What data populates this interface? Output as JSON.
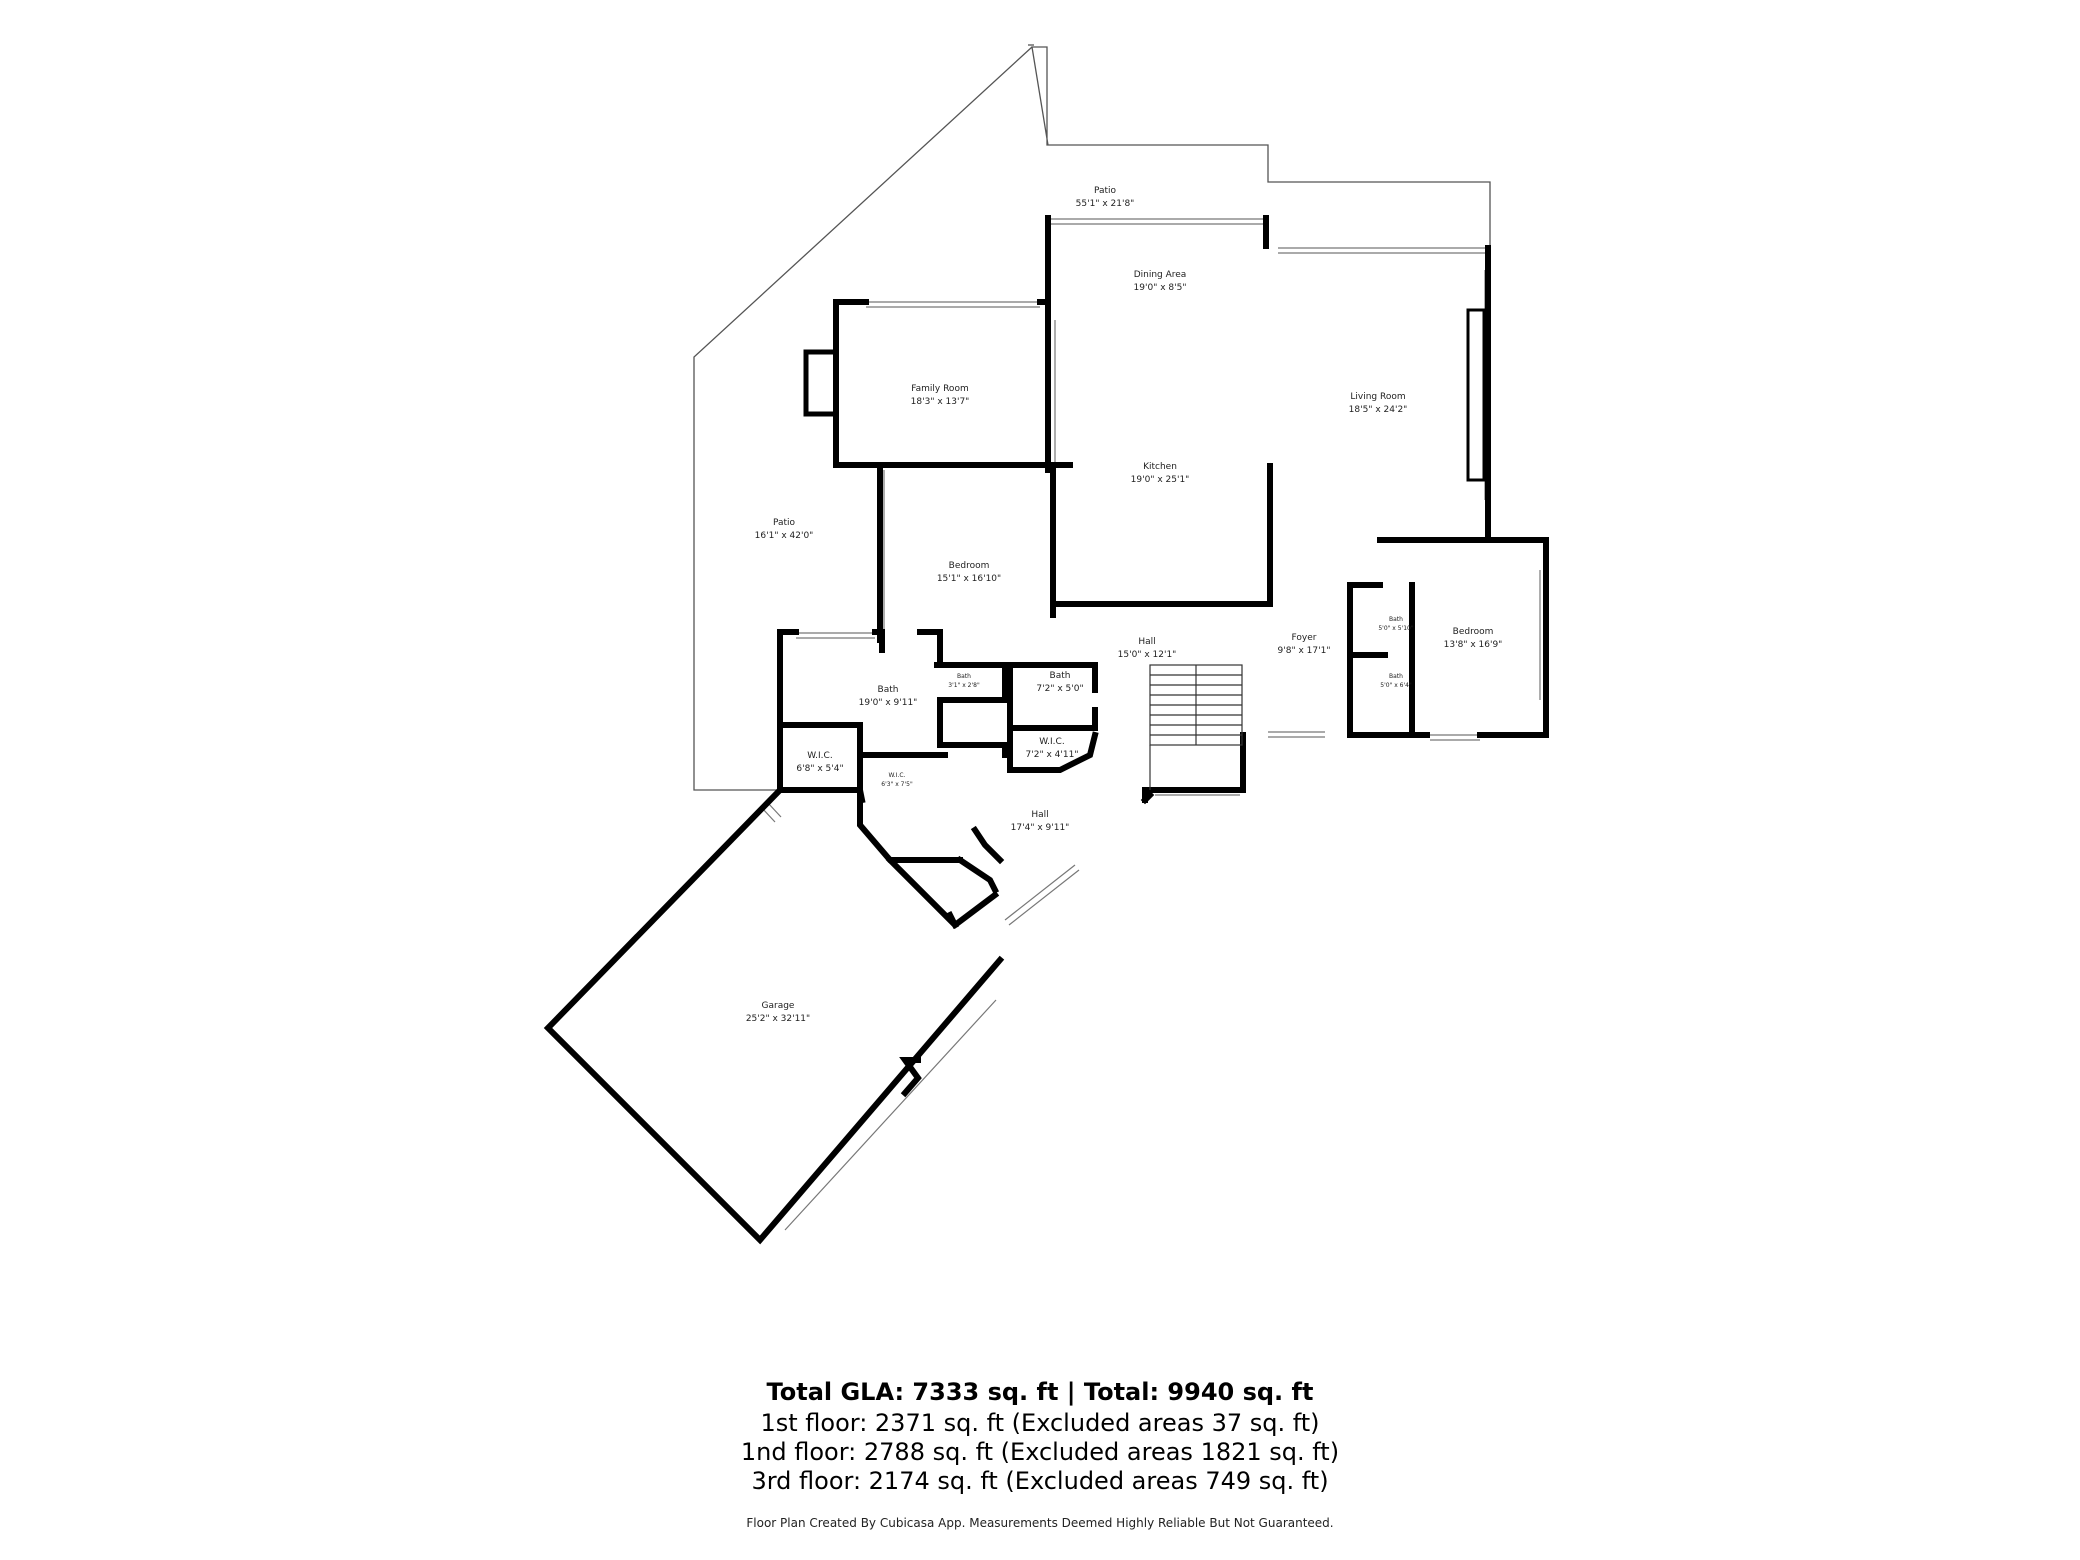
{
  "rooms": {
    "patio_top": {
      "name": "Patio",
      "dims": "55'1\" x 21'8\""
    },
    "dining": {
      "name": "Dining Area",
      "dims": "19'0\" x 8'5\""
    },
    "family": {
      "name": "Family Room",
      "dims": "18'3\" x 13'7\""
    },
    "living": {
      "name": "Living Room",
      "dims": "18'5\" x 24'2\""
    },
    "kitchen": {
      "name": "Kitchen",
      "dims": "19'0\" x 25'1\""
    },
    "patio_left": {
      "name": "Patio",
      "dims": "16'1\" x 42'0\""
    },
    "bedroom1": {
      "name": "Bedroom",
      "dims": "15'1\" x 16'10\""
    },
    "bedroom2": {
      "name": "Bedroom",
      "dims": "13'8\" x 16'9\""
    },
    "hall1": {
      "name": "Hall",
      "dims": "15'0\" x 12'1\""
    },
    "foyer": {
      "name": "Foyer",
      "dims": "9'8\" x 17'1\""
    },
    "bath_a": {
      "name": "Bath",
      "dims": "5'0\" x 5'10\""
    },
    "bath_b": {
      "name": "Bath",
      "dims": "5'0\" x 6'4\""
    },
    "bath_c": {
      "name": "Bath",
      "dims": "3'1\" x 2'8\""
    },
    "bath_d": {
      "name": "Bath",
      "dims": "7'2\" x 5'0\""
    },
    "bath_main": {
      "name": "Bath",
      "dims": "19'0\" x 9'11\""
    },
    "wic1": {
      "name": "W.I.C.",
      "dims": "6'8\" x 5'4\""
    },
    "wic2": {
      "name": "W.I.C.",
      "dims": "6'3\" x 7'5\""
    },
    "wic3": {
      "name": "W.I.C.",
      "dims": "7'2\" x 4'11\""
    },
    "hall2": {
      "name": "Hall",
      "dims": "17'4\" x 9'11\""
    },
    "garage": {
      "name": "Garage",
      "dims": "25'2\" x 32'11\""
    }
  },
  "summary": {
    "total": "Total GLA: 7333 sq. ft | Total: 9940 sq. ft",
    "floor1": "1st floor: 2371 sq. ft (Excluded areas 37 sq. ft)",
    "floor2": "1nd floor: 2788 sq. ft (Excluded areas 1821 sq. ft)",
    "floor3": "3rd floor: 2174 sq. ft (Excluded areas 749 sq. ft)"
  },
  "credit": "Floor Plan Created By Cubicasa App. Measurements Deemed Highly Reliable But Not Guaranteed."
}
